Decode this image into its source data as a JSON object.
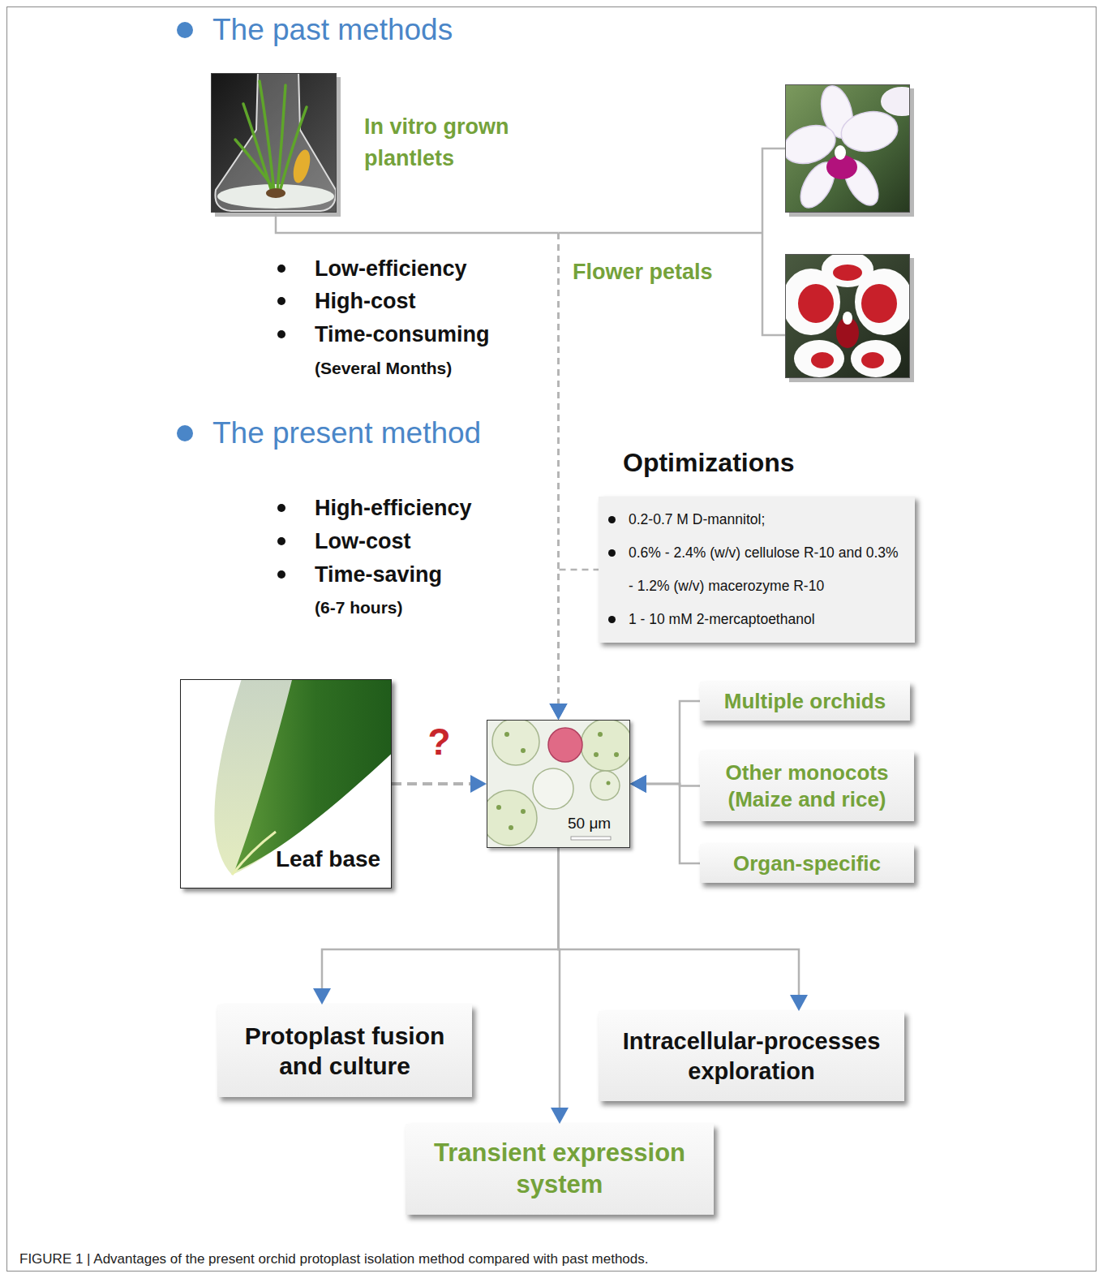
{
  "diagram": {
    "caption": "FIGURE 1 | Advantages of the present orchid protoplast isolation method compared with past methods.",
    "nodes": [
      {
        "text": [
          "In vitro grown plantlets"
        ]
      },
      {
        "text": [
          "Flower petals"
        ]
      },
      {
        "text": [
          "Optimizations",
          "0.2-0.7 M D-mannitol;",
          "0.6% - 2.4% (w/v) cellulose R-10 and 0.3% - 1.2% (w/v) macerozyme R-10",
          "1 - 10 mM 2-mercaptoethanol"
        ]
      },
      {
        "text": [
          "Leaf base"
        ]
      },
      {
        "text": [
          "50 μm"
        ]
      },
      {
        "text": [
          "Multiple orchids"
        ]
      },
      {
        "text": [
          "Other monocots (Maize and rice)"
        ]
      },
      {
        "text": [
          "Organ-specific"
        ]
      },
      {
        "text": [
          "Protoplast fusion and culture"
        ]
      },
      {
        "text": [
          "Intracellular-processes exploration"
        ]
      },
      {
        "text": [
          "Transient expression system"
        ]
      }
    ],
    "edges": [
      {
        "from": 0,
        "to": 4,
        "arrow": "to"
      },
      {
        "from": 1,
        "to": 4,
        "arrow": "to"
      },
      {
        "from": 2,
        "to": 4,
        "arrow": "to"
      },
      {
        "from": 3,
        "to": 4,
        "arrow": "to",
        "label": "?"
      },
      {
        "from": 5,
        "to": 4,
        "arrow": "to"
      },
      {
        "from": 6,
        "to": 4,
        "arrow": "to"
      },
      {
        "from": 7,
        "to": 4,
        "arrow": "to"
      },
      {
        "from": 4,
        "to": 8,
        "arrow": "to"
      },
      {
        "from": 4,
        "to": 9,
        "arrow": "to"
      },
      {
        "from": 4,
        "to": 10,
        "arrow": "to"
      }
    ],
    "labels": [
      "The past methods",
      "Low-efficiency",
      "High-cost",
      "Time-consuming",
      "(Several Months)",
      "The present method",
      "High-efficiency",
      "Low-cost",
      "Time-saving",
      "(6-7 hours)"
    ]
  }
}
